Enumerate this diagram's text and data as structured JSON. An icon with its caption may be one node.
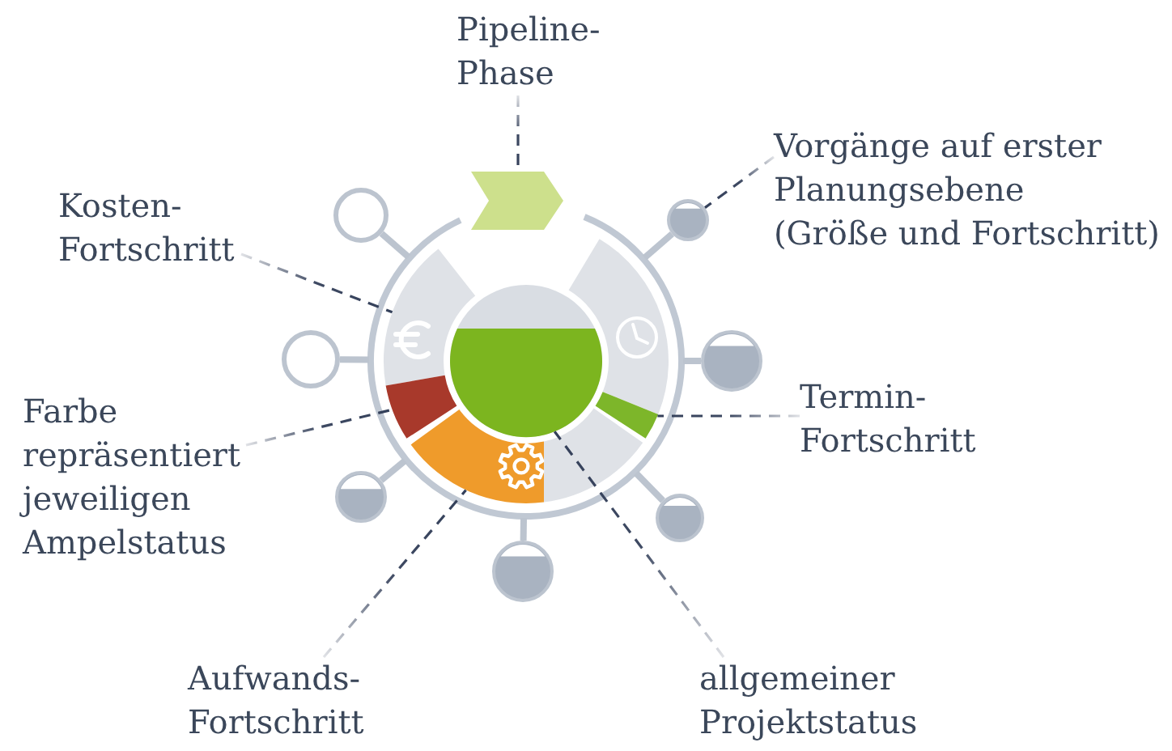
{
  "diagram": {
    "nodes": [
      {
        "text": [
          "Pipeline- Phase"
        ]
      },
      {
        "text": [],
        "shape": "chevron"
      },
      {
        "text": [
          "Vorgänge auf erster Planungsebene (Größe und Fortschritt)"
        ]
      },
      {
        "text": [],
        "shape": "circle"
      },
      {
        "text": [
          "Kosten- Fortschritt"
        ]
      },
      {
        "text": [],
        "shape": "circle"
      },
      {
        "text": [],
        "shape": "segment"
      },
      {
        "text": [],
        "shape": "segment"
      },
      {
        "text": [],
        "shape": "circle"
      },
      {
        "text": [],
        "shape": "circle"
      },
      {
        "text": [],
        "shape": "circle"
      },
      {
        "text": [
          "Termin- Fortschritt"
        ]
      },
      {
        "text": [],
        "shape": "segment"
      },
      {
        "text": [
          "Farbe repräsentiert jeweiligen Ampelstatus"
        ]
      },
      {
        "text": [],
        "shape": "segment"
      },
      {
        "text": [],
        "shape": "segment"
      },
      {
        "text": [],
        "shape": "segment"
      },
      {
        "text": [],
        "shape": "circle"
      },
      {
        "text": [],
        "shape": "circle"
      },
      {
        "text": [],
        "shape": "circle"
      },
      {
        "text": [
          "Aufwands- Fortschritt"
        ]
      },
      {
        "text": [
          "allgemeiner Projektstatus"
        ]
      }
    ],
    "edges": [
      {
        "from": 0,
        "to": 1,
        "arrow": "none",
        "style": "dashed"
      },
      {
        "from": 2,
        "to": 3,
        "arrow": "none",
        "style": "dashed"
      },
      {
        "from": 4,
        "to": 6,
        "arrow": "none",
        "style": "dashed"
      },
      {
        "from": 11,
        "to": 12,
        "arrow": "none",
        "style": "dashed"
      },
      {
        "from": 13,
        "to": 14,
        "arrow": "none",
        "style": "dashed"
      },
      {
        "from": 20,
        "to": 15,
        "arrow": "none",
        "style": "dashed"
      },
      {
        "from": 21,
        "to": 8,
        "arrow": "none",
        "style": "dashed"
      }
    ]
  }
}
